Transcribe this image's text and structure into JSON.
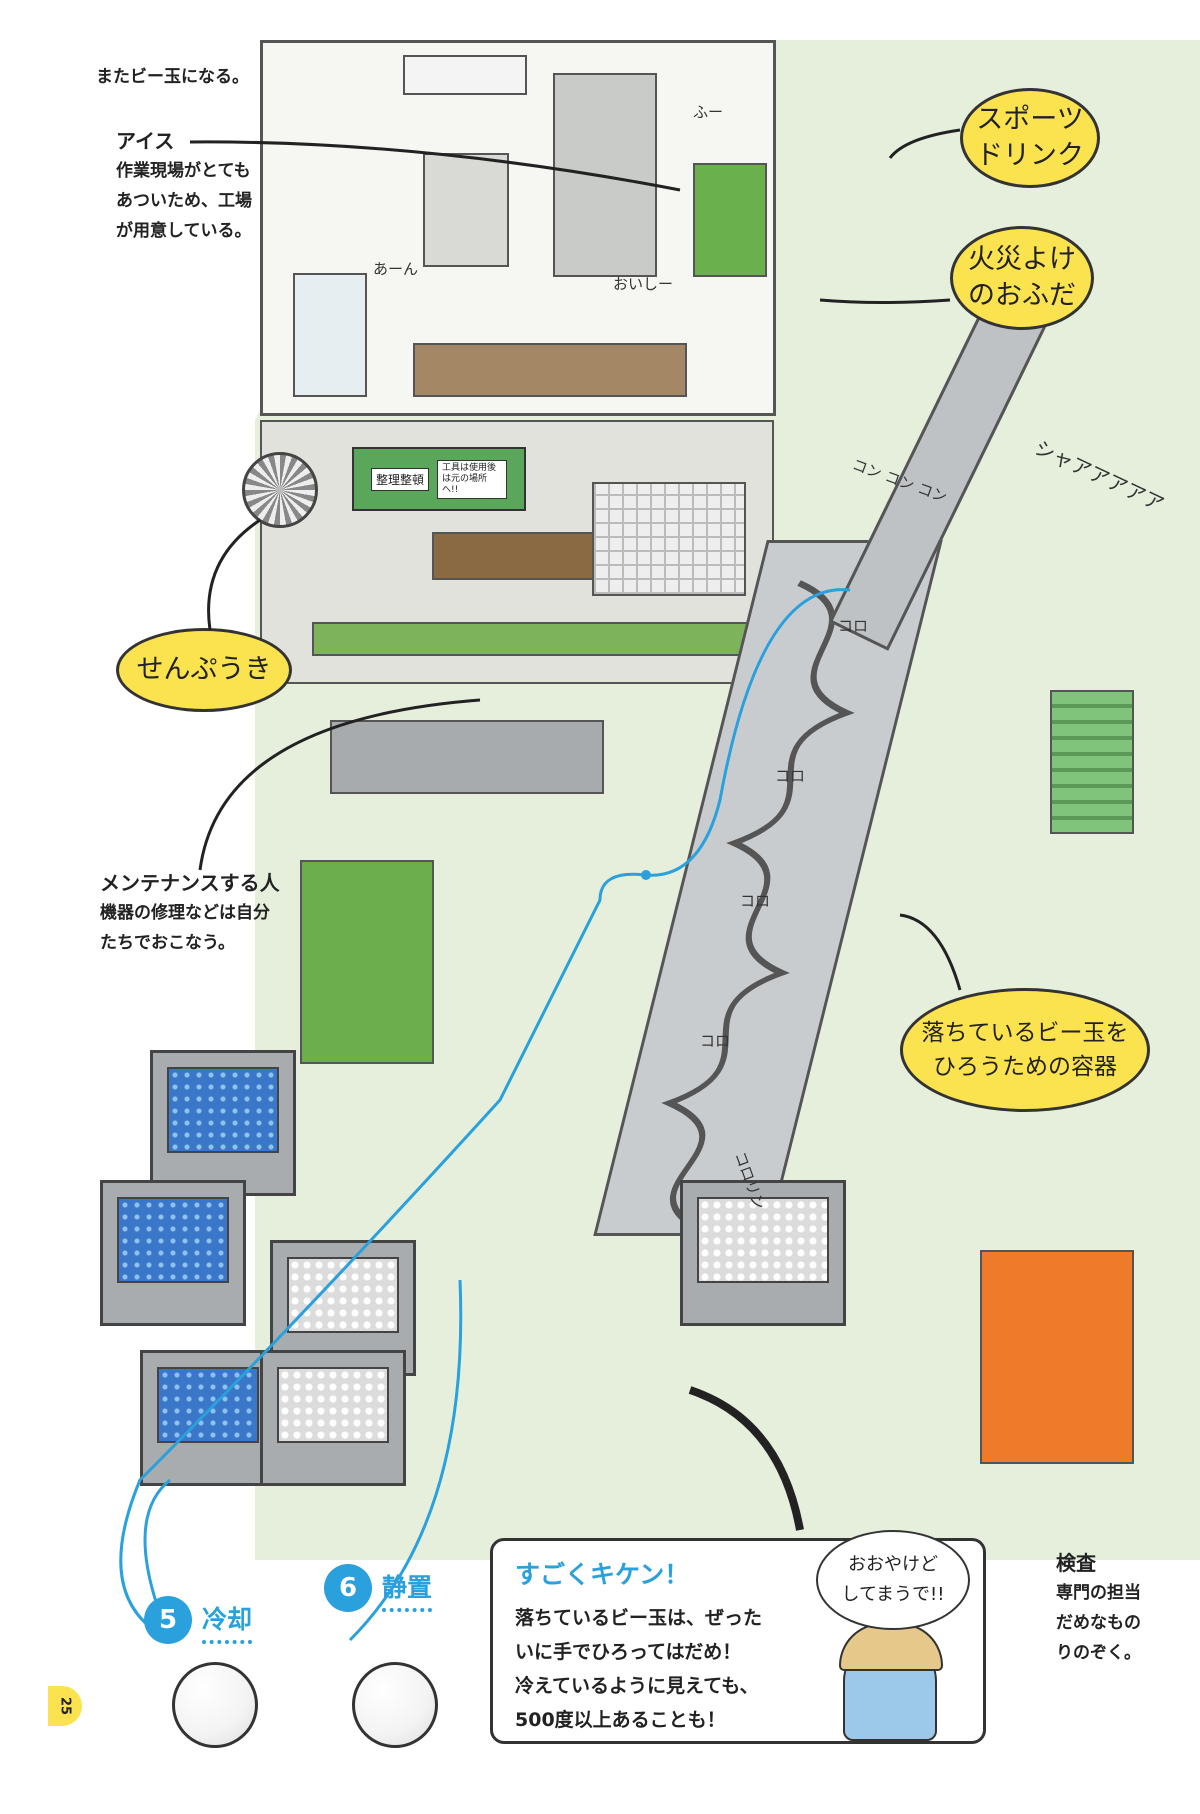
{
  "intro_text": "またビー玉になる。",
  "annotations": {
    "ice": {
      "title": "アイス",
      "lines": [
        "作業現場がとても",
        "あついため、工場",
        "が用意している。"
      ]
    },
    "maintenance": {
      "title": "メンテナンスする人",
      "lines": [
        "機器の修理などは自分",
        "たちでおこなう。"
      ]
    },
    "inspection": {
      "title": "検査",
      "lines": [
        "専門の担当",
        "だめなもの",
        "りのぞく。"
      ]
    }
  },
  "bubbles": {
    "sports_drink": [
      "スポーツ",
      "ドリンク"
    ],
    "fire_charm": [
      "火災よけ",
      "のおふだ"
    ],
    "fan": "せんぷうき",
    "container": [
      "落ちているビー玉を",
      "ひろうための容器"
    ]
  },
  "steps": [
    {
      "num": "5",
      "label": "冷却"
    },
    {
      "num": "6",
      "label": "静置"
    }
  ],
  "warning": {
    "title": "すごくキケン！",
    "lines": [
      "落ちているビー玉は、ぜった",
      "いに手でひろってはだめ！",
      "冷えているように見えても、",
      "500度以上あることも！"
    ]
  },
  "speech": {
    "worker_phew": "ふー",
    "eating_ice": "あーん",
    "delicious": "おいしー",
    "burn": [
      "おおやけど",
      "してまうで!!"
    ]
  },
  "signs": {
    "sign1": "整理整頓",
    "sign2": "工具は使用後は元の場所へ!!"
  },
  "sounds": {
    "kon": "コン コン コン",
    "koro": "コロ",
    "shaa": "シャアアアアア",
    "kororin": "コロリン"
  },
  "page_number": "25",
  "colors": {
    "accent_blue": "#2aa0dc",
    "bubble_yellow": "#fbe24f",
    "floor_green": "#e5efdc",
    "forklift_orange": "#ee7a2a"
  }
}
